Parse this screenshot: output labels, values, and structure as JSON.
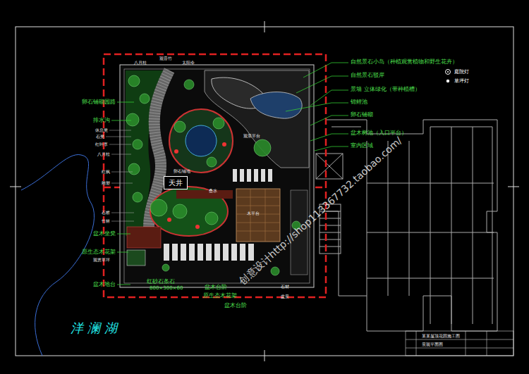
{
  "diagram": {
    "nodes": [
      {
        "text": [
          "天井"
        ]
      }
    ],
    "labels": [
      "自然景石小岛（种植观赏植物和野生花卉）",
      "自然景石驳岸",
      "景墙 立体绿化（带种植槽）",
      "锦鲤池",
      "卵石铺砌",
      "盆木树池（入口平台）",
      "室内区域",
      "卵石铺砌园路",
      "排水沟",
      "休息凳",
      "石凳",
      "红叶李",
      "八月桂",
      "红枫",
      "雕塑",
      "石桥",
      "竹林",
      "盆木坐凳",
      "原生态木花架",
      "观赏草坪",
      "盆木地台",
      "红砂石条石",
      "800×300×60",
      "盆木台阶",
      "原生态木花架",
      "盆木台阶",
      "石材",
      "盆景",
      "八月桂",
      "观音竹",
      "太阳伞",
      "洋澜湖",
      "创意设计http://shop113367732.taobao.com/",
      "某某屋顶花园施工图",
      "景观平面图",
      "卵石铺地",
      "叠水",
      "木平台",
      "观景平台"
    ],
    "legend": [
      {
        "text": "庭院灯"
      },
      {
        "text": "草坪灯"
      }
    ]
  }
}
